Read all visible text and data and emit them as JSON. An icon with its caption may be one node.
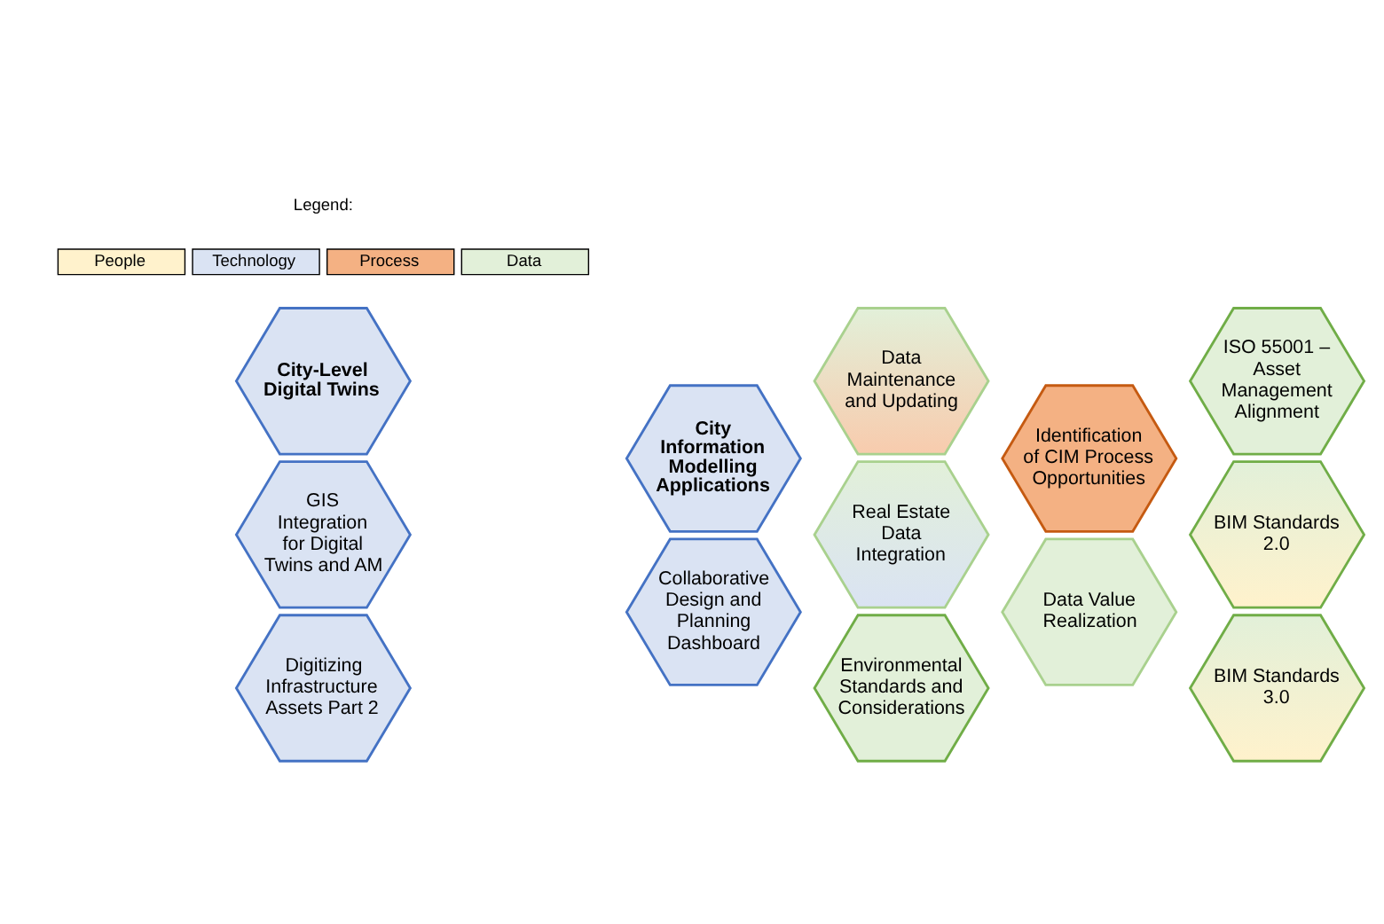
{
  "diagram": {
    "nodes": [
      {
        "text": [
          "City-Level Digital Twins"
        ]
      },
      {
        "text": [
          "GIS Integration for Digital Twins and AM"
        ]
      },
      {
        "text": [
          "Digitizing Infrastructure Assets Part 2"
        ]
      },
      {
        "text": [
          "City Information Modelling Applications"
        ]
      },
      {
        "text": [
          "Collaborative Design and Planning Dashboard"
        ]
      },
      {
        "text": [
          "Data Maintenance and Updating"
        ]
      },
      {
        "text": [
          "Real Estate Data Integration"
        ]
      },
      {
        "text": [
          "Environmental Standards and Considerations"
        ]
      },
      {
        "text": [
          "Identification of CIM Process Opportunities"
        ]
      },
      {
        "text": [
          "Data Value Realization"
        ]
      },
      {
        "text": [
          "ISO 55001 – Asset Management Alignment"
        ]
      },
      {
        "text": [
          "BIM Standards 2.0"
        ]
      },
      {
        "text": [
          "BIM Standards 3.0"
        ]
      }
    ],
    "edges": [],
    "labels": [
      "Legend:"
    ],
    "legend": [
      {
        "text": "People",
        "color": "#fff2cc"
      },
      {
        "text": "Technology",
        "color": "#dae3f3"
      },
      {
        "text": "Process",
        "color": "#f4b183"
      },
      {
        "text": "Data",
        "color": "#e2f0d9"
      }
    ]
  }
}
